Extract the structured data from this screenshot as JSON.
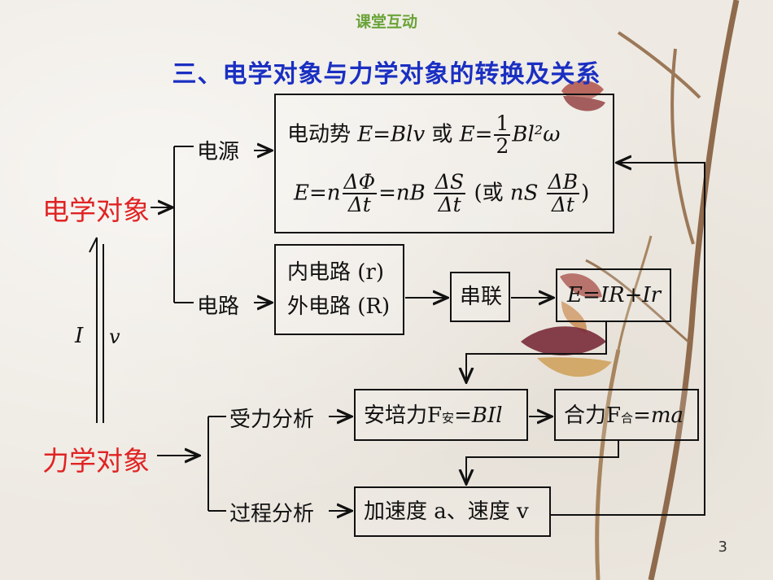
{
  "header": "课堂互动",
  "title": "三、电学对象与力学对象的转换及关系",
  "left": {
    "electric": "电学对象",
    "mechanical": "力学对象",
    "arrow_I": "I",
    "arrow_v": "v"
  },
  "nodes": {
    "source": "电源",
    "circuit": "电路",
    "force_analysis": "受力分析",
    "process_analysis": "过程分析",
    "emf_prefix": "电动势",
    "emf_eq1": "E=Blv",
    "emf_or": "或",
    "emf_eq2_lhs": "E=",
    "emf_eq2_num": "1",
    "emf_eq2_den": "2",
    "emf_eq2_rhs": "Bl²ω",
    "emf2_lhs": "E=n",
    "emf2_num1": "ΔΦ",
    "emf2_den1": "Δt",
    "emf2_mid": "=nB",
    "emf2_num2": "ΔS",
    "emf2_den2": "Δt",
    "emf2_paren_open": "(",
    "emf2_or": "或",
    "emf2_nS": "nS",
    "emf2_num3": "ΔB",
    "emf2_den3": "Δt",
    "emf2_paren_close": ")",
    "inner_circuit": "内电路 (r)",
    "outer_circuit": "外电路 (R)",
    "series": "串联",
    "kirchhoff": "E=IR+Ir",
    "ampere_prefix": "安培力F",
    "ampere_sub": "安",
    "ampere_rhs": "=BIl",
    "net_prefix": "合力F",
    "net_sub": "合",
    "net_rhs": "=ma",
    "accel": "加速度 a、速度 v"
  },
  "page_number": "3"
}
